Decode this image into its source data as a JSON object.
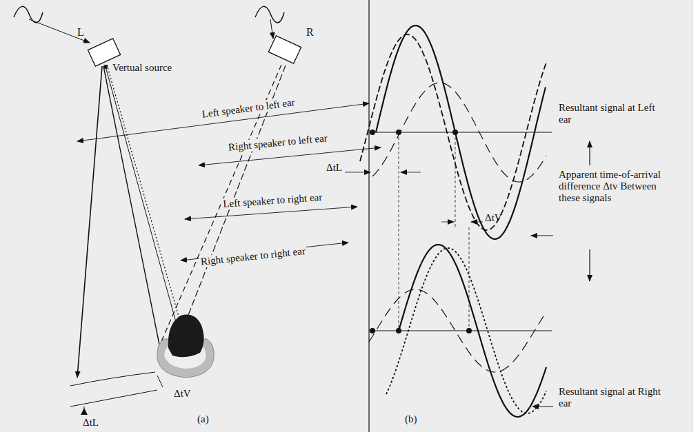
{
  "diagram": {
    "nodes": [
      {
        "text": [
          "L"
        ]
      },
      {
        "text": [
          "R"
        ]
      }
    ],
    "labels": [
      "Vertual source",
      "Left speaker to left ear",
      "Right speaker to left ear",
      "Left speaker to right ear",
      "Right speaker to right ear",
      "ΔtL",
      "ΔtV",
      "ΔtL",
      "ΔtV",
      "(a)",
      "(b)",
      "Resultant signal at Left ear",
      "Apparent time-of-arrival difference Δtv Between these signals",
      "Resultant signal at Right ear"
    ]
  }
}
